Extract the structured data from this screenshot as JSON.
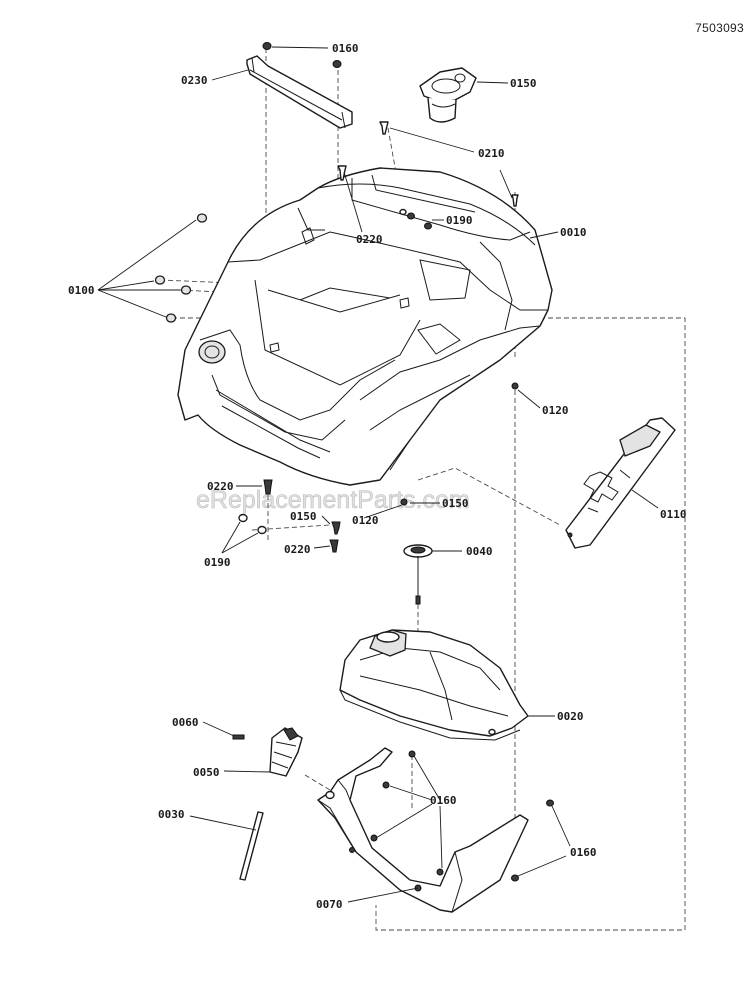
{
  "drawing_number": "7503093",
  "watermark": "eReplacementParts.com",
  "callouts": {
    "c0010": "0010",
    "c0020": "0020",
    "c0030": "0030",
    "c0040": "0040",
    "c0050": "0050",
    "c0060": "0060",
    "c0070": "0070",
    "c0100": "0100",
    "c0110": "0110",
    "c0120a": "0120",
    "c0120b": "0120",
    "c0150a": "0150",
    "c0150b": "0150",
    "c0150c": "0150",
    "c0160a": "0160",
    "c0160b": "0160",
    "c0160c": "0160",
    "c0190a": "0190",
    "c0190b": "0190",
    "c0210": "0210",
    "c0220a": "0220",
    "c0220b": "0220",
    "c0220c": "0220",
    "c0230": "0230"
  }
}
